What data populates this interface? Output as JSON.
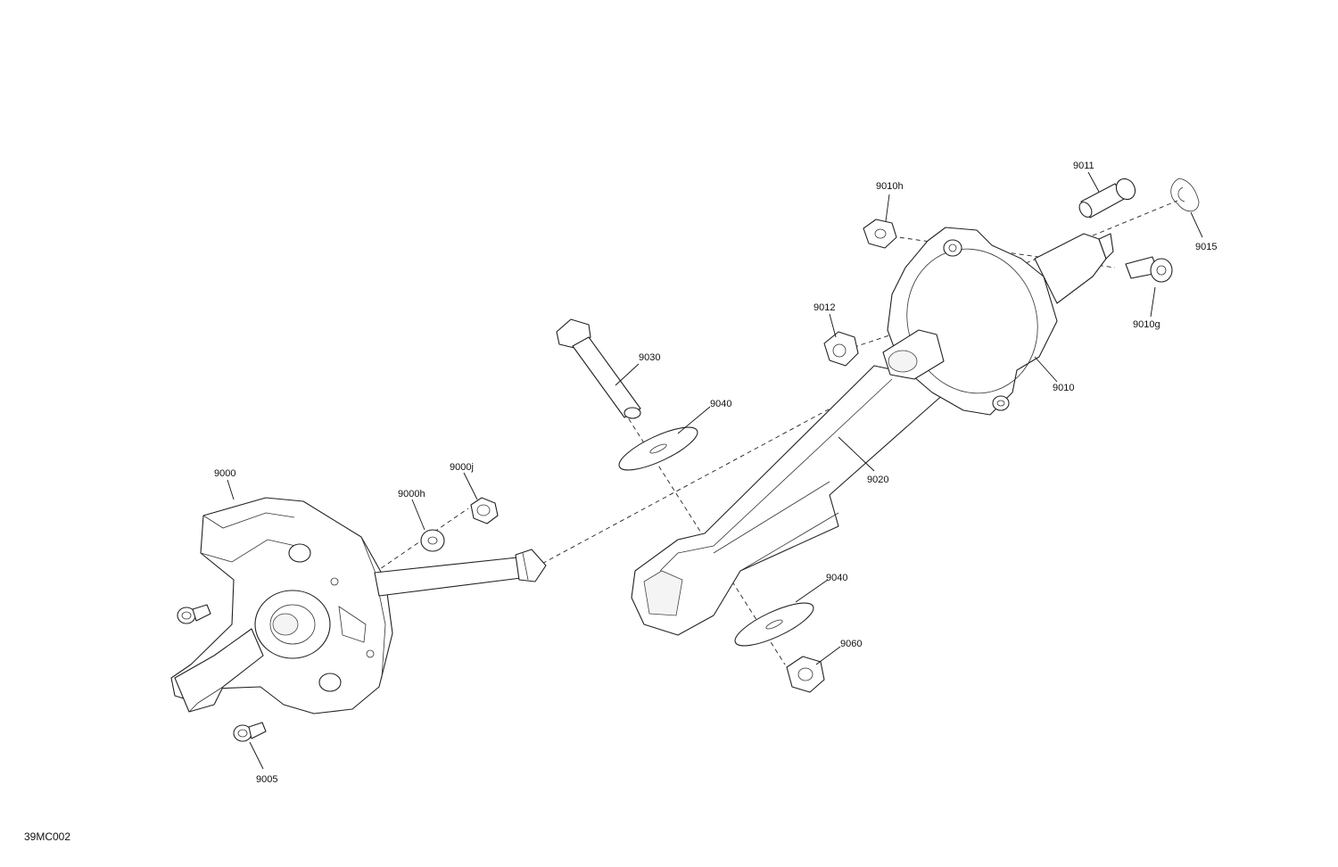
{
  "figure_code": "39MC002",
  "callouts": {
    "c9000": "9000",
    "c9000h": "9000h",
    "c9000j": "9000j",
    "c9005": "9005",
    "c9010": "9010",
    "c9010g": "9010g",
    "c9010h": "9010h",
    "c9011": "9011",
    "c9012": "9012",
    "c9015": "9015",
    "c9020": "9020",
    "c9030": "9030",
    "c9040_top": "9040",
    "c9040_bottom": "9040",
    "c9060": "9060"
  }
}
